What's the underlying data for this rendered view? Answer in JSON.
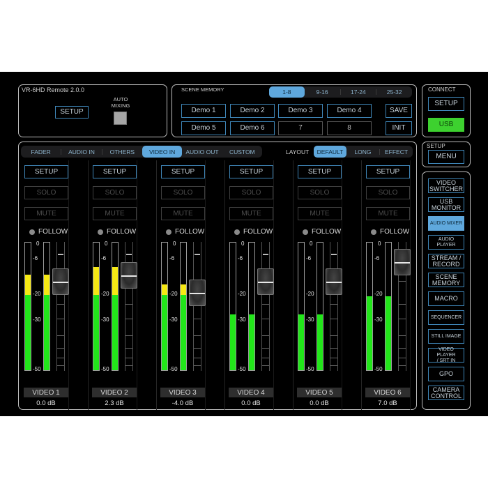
{
  "app": {
    "title": "VR-6HD Remote 2.0.0",
    "setup_label": "SETUP",
    "auto_mixing_label": "AUTO MIXING",
    "auto_mixing_line1": "AUTO",
    "auto_mixing_line2": "MIXING"
  },
  "scene_memory": {
    "title": "SCENE MEMORY",
    "banks": [
      {
        "label": "1-8",
        "active": true
      },
      {
        "label": "9-16"
      },
      {
        "label": "17-24"
      },
      {
        "label": "25-32"
      }
    ],
    "slots": [
      "Demo 1",
      "Demo 2",
      "Demo 3",
      "Demo 4",
      "Demo 5",
      "Demo 6",
      "7",
      "8"
    ],
    "save_label": "SAVE",
    "init_label": "INIT"
  },
  "connect": {
    "title": "CONNECT",
    "setup_label": "SETUP",
    "usb_label": "USB"
  },
  "setup_menu": {
    "title": "SETUP",
    "menu_label": "MENU"
  },
  "nav": {
    "items": [
      {
        "line1": "VIDEO",
        "line2": "SWITCHER"
      },
      {
        "line1": "USB",
        "line2": "MONITOR"
      },
      {
        "line1": "AUDIO MIXER",
        "line2": "",
        "active": true
      },
      {
        "line1": "AUDIO PLAYER",
        "line2": ""
      },
      {
        "line1": "STREAM /",
        "line2": "RECORD"
      },
      {
        "line1": "SCENE",
        "line2": "MEMORY"
      },
      {
        "line1": "MACRO",
        "line2": ""
      },
      {
        "line1": "SEQUENCER",
        "line2": ""
      },
      {
        "line1": "STILL IMAGE",
        "line2": ""
      },
      {
        "line1": "VIDEO PLAYER",
        "line2": "/ SRT IN"
      },
      {
        "line1": "GPO",
        "line2": ""
      },
      {
        "line1": "CAMERA",
        "line2": "CONTROL"
      }
    ]
  },
  "mixer": {
    "tabs": [
      {
        "label": "FADER"
      },
      {
        "label": "AUDIO IN"
      },
      {
        "label": "OTHERS"
      },
      {
        "label": "VIDEO IN",
        "active": true
      },
      {
        "label": "AUDIO OUT"
      },
      {
        "label": "CUSTOM"
      }
    ],
    "layout_label": "LAYOUT",
    "layout_options": [
      {
        "label": "DEFAULT",
        "active": true
      },
      {
        "label": "LONG"
      },
      {
        "label": "EFFECT"
      }
    ],
    "scale": [
      "0",
      "-6",
      "-20",
      "-30",
      "-50"
    ],
    "button_labels": {
      "setup": "SETUP",
      "solo": "SOLO",
      "mute": "MUTE",
      "follow": "FOLLOW"
    },
    "channels": [
      {
        "name": "VIDEO 1",
        "value": "0.0 dB",
        "meter_level_db": -12,
        "yellow_from_db": -20,
        "fader_db": 0.0
      },
      {
        "name": "VIDEO 2",
        "value": "2.3 dB",
        "meter_level_db": -9,
        "yellow_from_db": -20,
        "fader_db": 2.3
      },
      {
        "name": "VIDEO 3",
        "value": "-4.0 dB",
        "meter_level_db": -16,
        "yellow_from_db": -20,
        "fader_db": -4.0
      },
      {
        "name": "VIDEO 4",
        "value": "0.0 dB",
        "meter_level_db": -28,
        "yellow_from_db": -20,
        "fader_db": 0.0
      },
      {
        "name": "VIDEO 5",
        "value": "0.0 dB",
        "meter_level_db": -28,
        "yellow_from_db": -20,
        "fader_db": 0.0
      },
      {
        "name": "VIDEO 6",
        "value": "7.0 dB",
        "meter_level_db": -21,
        "yellow_from_db": -20,
        "fader_db": 7.0
      }
    ]
  },
  "colors": {
    "accent_blue": "#5fa8dd",
    "button_border": "#3f86b8",
    "usb_green": "#3dd12f",
    "meter_green": "#22e61a",
    "meter_yellow": "#f5e814"
  }
}
